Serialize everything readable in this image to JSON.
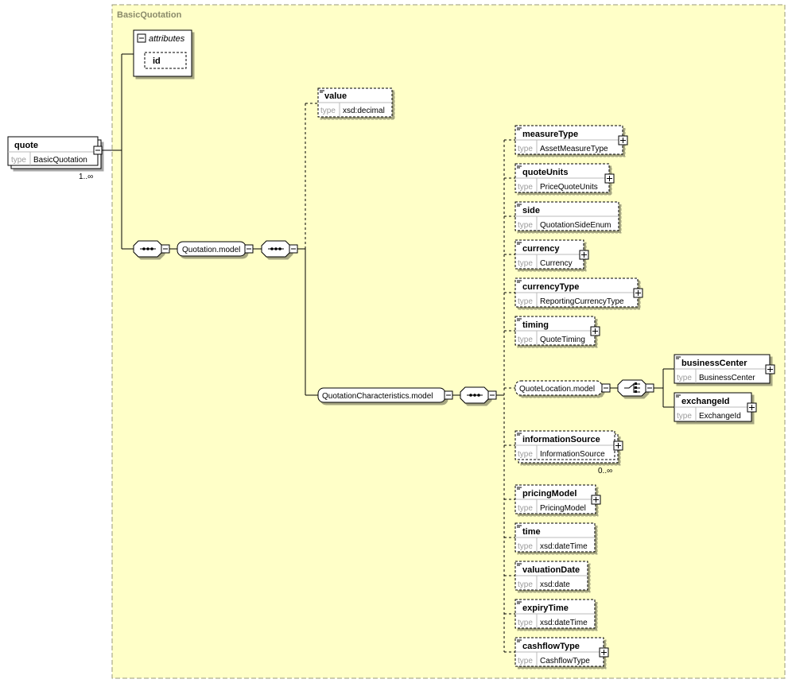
{
  "group": {
    "label": "BasicQuotation"
  },
  "attributes": {
    "label": "attributes",
    "items": [
      "id"
    ]
  },
  "root": {
    "name": "quote",
    "type_key": "type",
    "type": "BasicQuotation",
    "cardinality": "1..∞"
  },
  "type_key": "type",
  "value": {
    "name": "value",
    "type": "xsd:decimal"
  },
  "models": {
    "quotation": "Quotation.model",
    "characteristics": "QuotationCharacteristics.model",
    "location": "QuoteLocation.model"
  },
  "elements": [
    {
      "name": "measureType",
      "type": "AssetMeasureType",
      "expandable": true
    },
    {
      "name": "quoteUnits",
      "type": "PriceQuoteUnits",
      "expandable": true
    },
    {
      "name": "side",
      "type": "QuotationSideEnum",
      "expandable": false
    },
    {
      "name": "currency",
      "type": "Currency",
      "expandable": true
    },
    {
      "name": "currencyType",
      "type": "ReportingCurrencyType",
      "expandable": true
    },
    {
      "name": "timing",
      "type": "QuoteTiming",
      "expandable": true
    },
    {
      "name": "informationSource",
      "type": "InformationSource",
      "expandable": true,
      "cardinality": "0..∞"
    },
    {
      "name": "pricingModel",
      "type": "PricingModel",
      "expandable": true
    },
    {
      "name": "time",
      "type": "xsd:dateTime",
      "expandable": false
    },
    {
      "name": "valuationDate",
      "type": "xsd:date",
      "expandable": false
    },
    {
      "name": "expiryTime",
      "type": "xsd:dateTime",
      "expandable": false
    },
    {
      "name": "cashflowType",
      "type": "CashflowType",
      "expandable": true
    }
  ],
  "location_elements": [
    {
      "name": "businessCenter",
      "type": "BusinessCenter",
      "expandable": true
    },
    {
      "name": "exchangeId",
      "type": "ExchangeId",
      "expandable": true
    }
  ],
  "colors": {
    "background": "#ffffc8",
    "box": "#ffffff",
    "border": "#000000",
    "group_border": "#9a9a7a"
  }
}
